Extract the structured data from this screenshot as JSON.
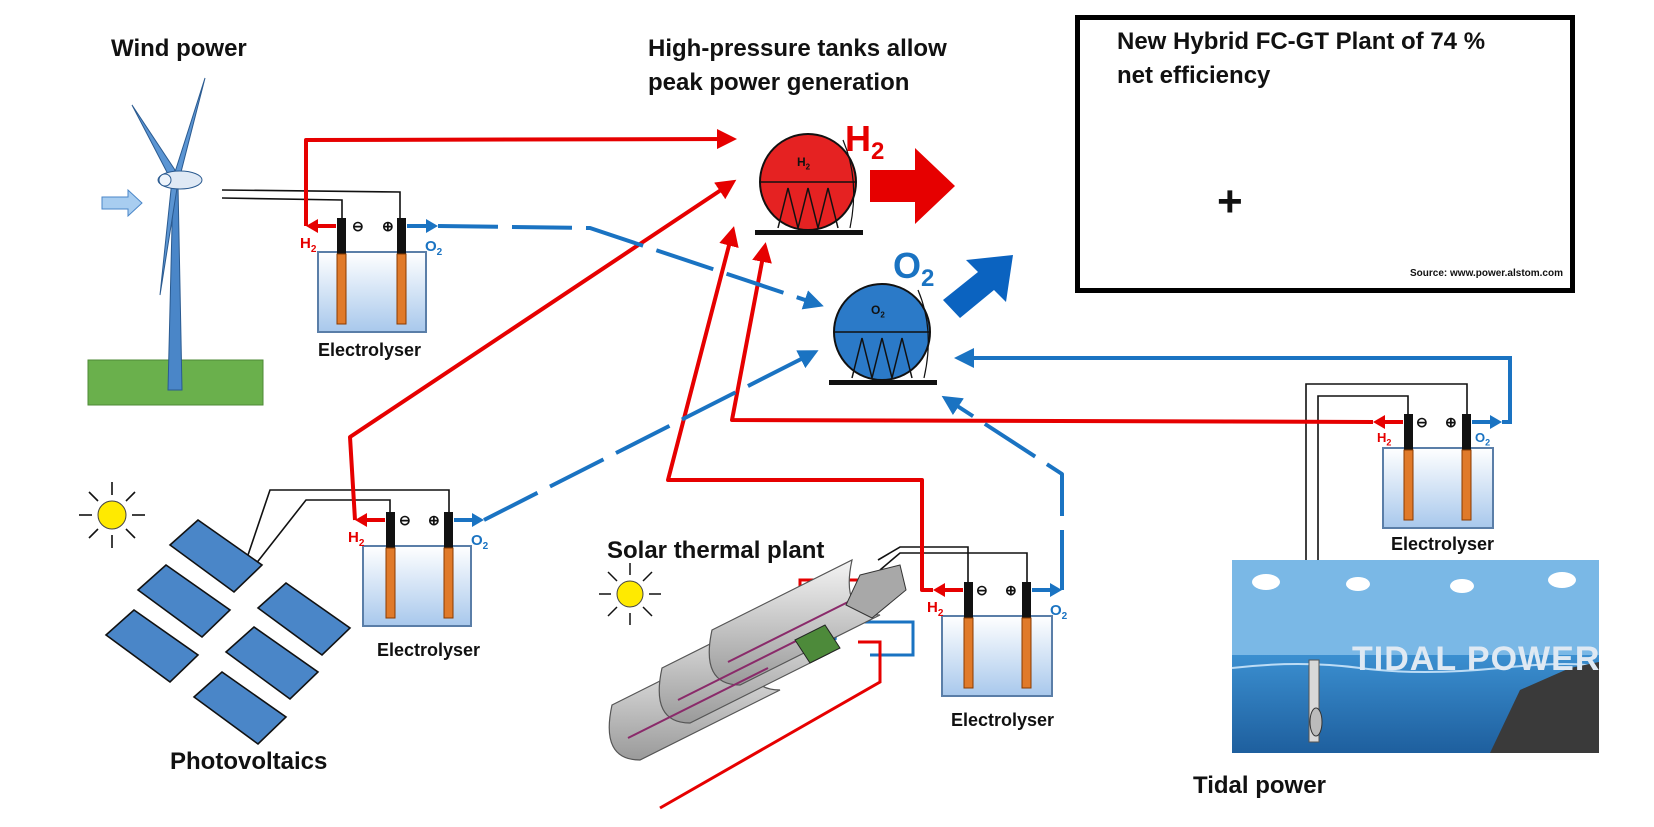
{
  "labels": {
    "wind_power": "Wind power",
    "photovoltaics": "Photovoltaics",
    "solar_thermal": "Solar thermal plant",
    "tidal_power": "Tidal power",
    "tanks_line1": "High-pressure tanks allow",
    "tanks_line2": "peak power generation",
    "electrolyser": "Electrolyser",
    "h2": "H",
    "o2": "O",
    "sub2": "2",
    "minus": "⊖",
    "plus": "⊕"
  },
  "inset": {
    "title_line1": "New Hybrid FC-GT Plant of 74 %",
    "title_line2": "net efficiency",
    "plus": "+",
    "source": "Source: www.power.alstom.com"
  },
  "tidal_banner": "TIDAL POWER",
  "colors": {
    "hydrogen": "#e60000",
    "oxygen": "#1a73c2",
    "h2_tank": "#e52222",
    "o2_tank": "#2b7ac8",
    "panel": "#4a86c8",
    "grass": "#6ab04c",
    "sea": "#2f7fc0",
    "sky": "#7ab8e6"
  }
}
